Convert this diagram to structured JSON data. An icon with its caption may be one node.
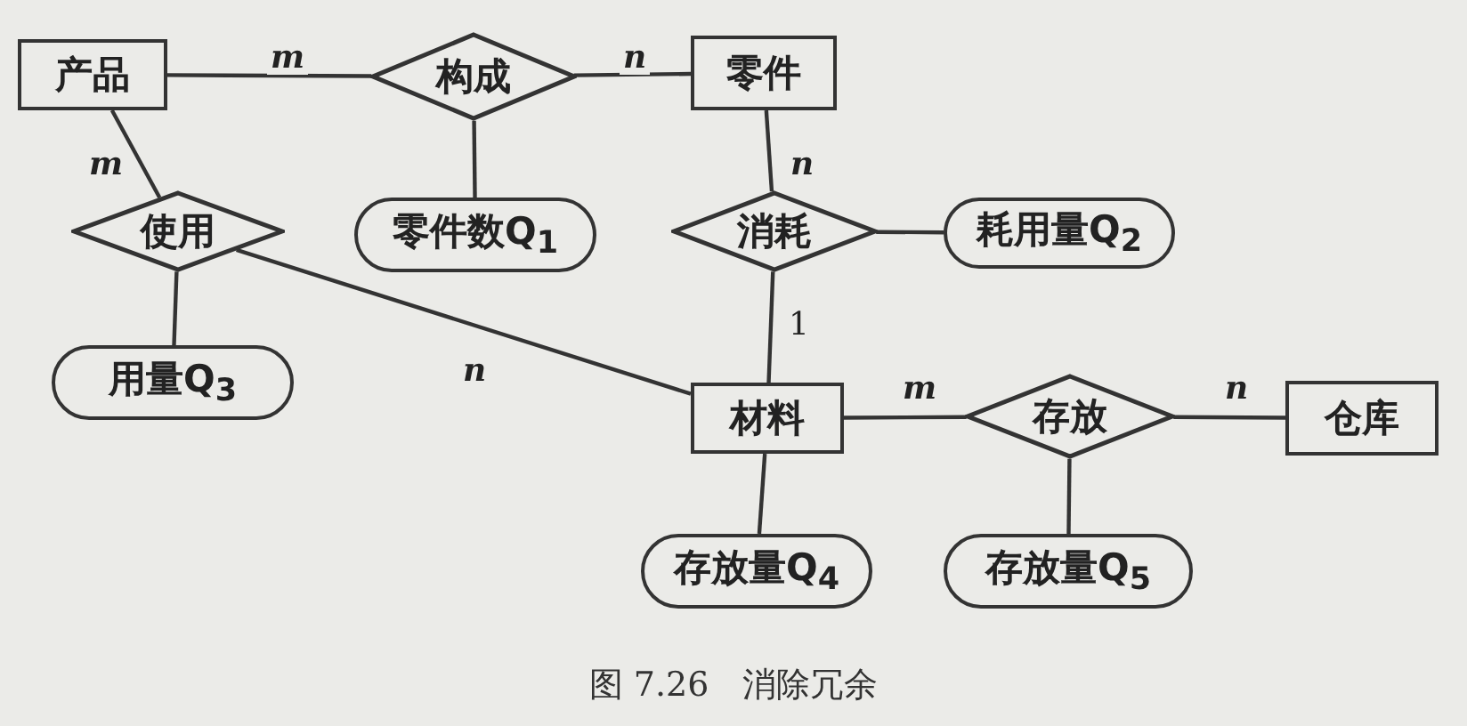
{
  "diagram": {
    "caption": "图 7.26　消除冗余",
    "nodes": [
      {
        "text": [
          "产品"
        ]
      },
      {
        "text": [
          "构成"
        ]
      },
      {
        "text": [
          "零件"
        ]
      },
      {
        "text": [
          "使用"
        ]
      },
      {
        "text": [
          "零件数Q$_{1}$"
        ]
      },
      {
        "text": [
          "消耗"
        ]
      },
      {
        "text": [
          "耗用量Q$_{2}$"
        ]
      },
      {
        "text": [
          "用量Q$_{3}$"
        ]
      },
      {
        "text": [
          "材料"
        ]
      },
      {
        "text": [
          "存放"
        ]
      },
      {
        "text": [
          "仓库"
        ]
      },
      {
        "text": [
          "存放量Q$_{4}$"
        ]
      },
      {
        "text": [
          "存放量Q$_{5}$"
        ]
      }
    ],
    "edges": [
      {
        "from": 0,
        "to": 1,
        "arrow": "none",
        "label": "m"
      },
      {
        "from": 1,
        "to": 2,
        "arrow": "none",
        "label": "n"
      },
      {
        "from": 1,
        "to": 4,
        "arrow": "none"
      },
      {
        "from": 0,
        "to": 3,
        "arrow": "none",
        "label": "m"
      },
      {
        "from": 2,
        "to": 5,
        "arrow": "none",
        "label": "n"
      },
      {
        "from": 5,
        "to": 6,
        "arrow": "none"
      },
      {
        "from": 5,
        "to": 8,
        "arrow": "none",
        "label": "1"
      },
      {
        "from": 3,
        "to": 7,
        "arrow": "none"
      },
      {
        "from": 3,
        "to": 8,
        "arrow": "none",
        "label": "n"
      },
      {
        "from": 8,
        "to": 9,
        "arrow": "none",
        "label": "m"
      },
      {
        "from": 9,
        "to": 10,
        "arrow": "none",
        "label": "n"
      },
      {
        "from": 8,
        "to": 11,
        "arrow": "none"
      },
      {
        "from": 9,
        "to": 12,
        "arrow": "none"
      }
    ]
  }
}
